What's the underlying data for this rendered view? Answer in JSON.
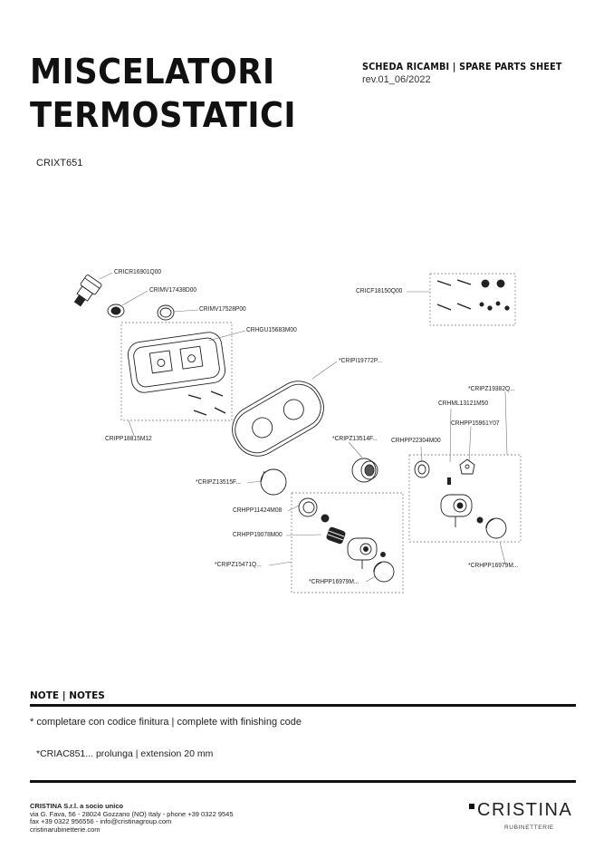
{
  "header": {
    "title_line1": "MISCELATORI",
    "title_line2": "TERMOSTATICI",
    "sheet_label": "SCHEDA RICAMBI | SPARE PARTS SHEET",
    "revision": "rev.01_06/2022",
    "product_code": "CRIXT651"
  },
  "parts": {
    "p1": "CRICR16901Q00",
    "p2": "CRIMV17438D00",
    "p3": "CRIMV17528P00",
    "p4": "CRHGU15683M00",
    "p5": "CRICF18150Q00",
    "p6": "*CRIPI19772P...",
    "p7": "*CRIPZ19382Q...",
    "p8": "CRHML13121M50",
    "p9": "CRHPP15961Y07",
    "p10": "CRIPP18815M12",
    "p11": "*CRIPZ13514F...",
    "p12": "CRHPP22304M00",
    "p13": "*CRIPZ13515F...",
    "p14": "CRHPP11424M08",
    "p15": "CRHPP19078M00",
    "p16": "*CRIPZ15471Q...",
    "p17": "*CRHPP16979M...",
    "p18": "*CRHPP16979M..."
  },
  "notes": {
    "heading": "NOTE | NOTES",
    "line1": "* completare con codice finitura  | complete with finishing code",
    "line2": "*CRIAC851... prolunga | extension 20 mm"
  },
  "footer": {
    "company_name": "CRISTINA S.r.l. a socio unico",
    "address": "via G. Fava, 56 - 28024 Gozzano (NO) Italy - phone +39 0322 9545",
    "contact": "fax +39 0322 956556 - info@cristinagroup.com",
    "website": "cristinarubinetterie.com",
    "logo_text": "CRISTINA",
    "logo_sub": "RUBINETTERIE"
  }
}
